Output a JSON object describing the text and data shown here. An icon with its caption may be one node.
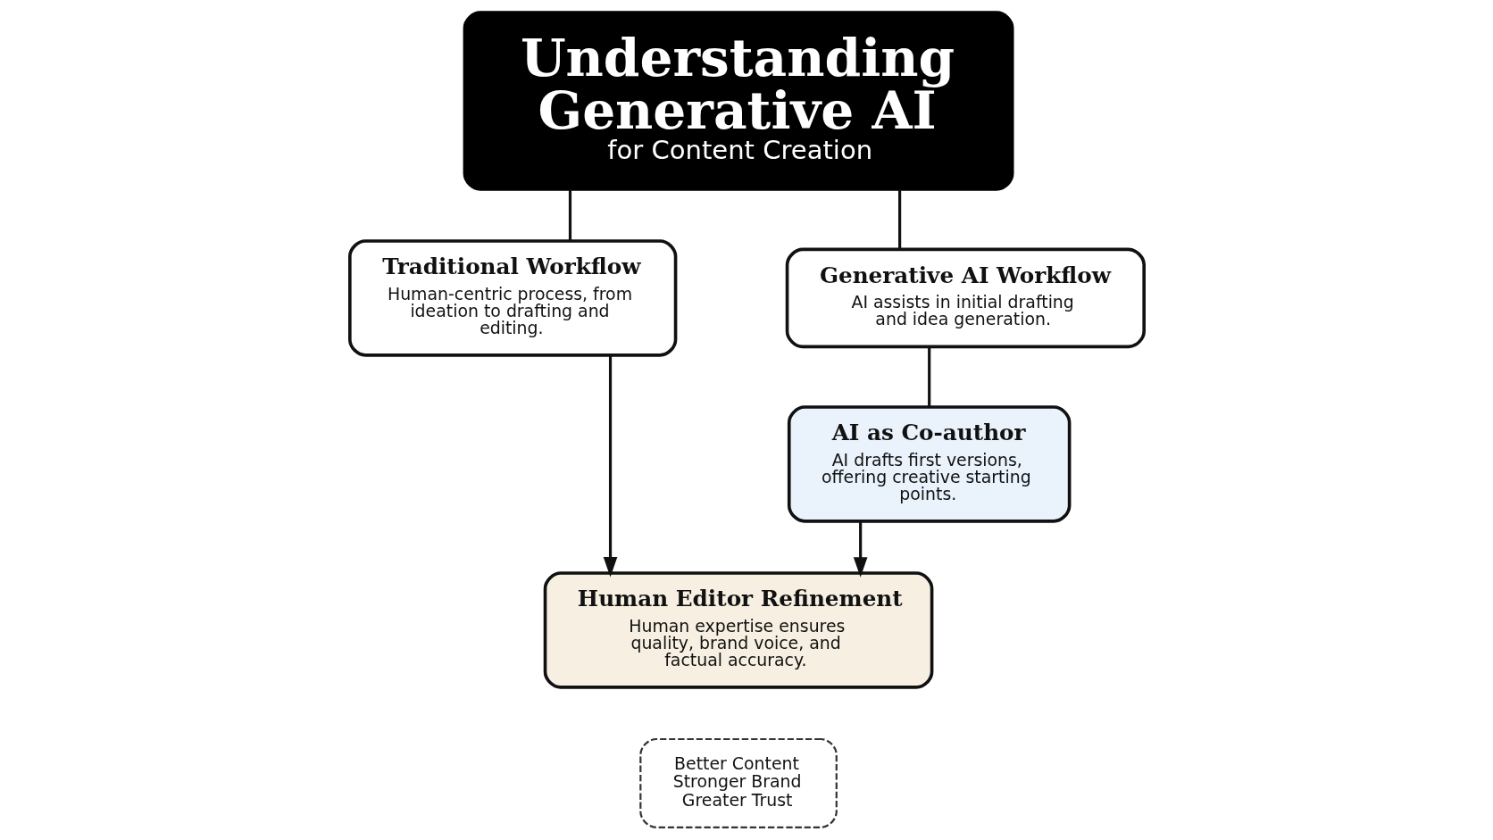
{
  "diagram": {
    "nodes": [
      {
        "text": [
          "Understanding Generative AI",
          "for Content Creation"
        ]
      },
      {
        "text": [
          "Traditional Workflow",
          "Human-centric process, from ideation to drafting and editing."
        ]
      },
      {
        "text": [
          "Generative AI Workflow",
          "AI assists in initial drafting and idea generation."
        ]
      },
      {
        "text": [
          "AI as Co-author",
          "AI drafts first versions, offering creative starting points."
        ]
      },
      {
        "text": [
          "Human Editor Refinement",
          "Human expertise ensures quality, brand voice, and factual accuracy."
        ]
      },
      {
        "text": [
          "Better Content",
          "Stronger Brand",
          "Greater Trust"
        ]
      }
    ],
    "edges": [
      {
        "from": 0,
        "to": 1,
        "arrow": "none"
      },
      {
        "from": 0,
        "to": 2,
        "arrow": "none"
      },
      {
        "from": 1,
        "to": 4,
        "arrow": "to"
      },
      {
        "from": 2,
        "to": 3,
        "arrow": "none"
      },
      {
        "from": 3,
        "to": 4,
        "arrow": "to"
      }
    ]
  }
}
